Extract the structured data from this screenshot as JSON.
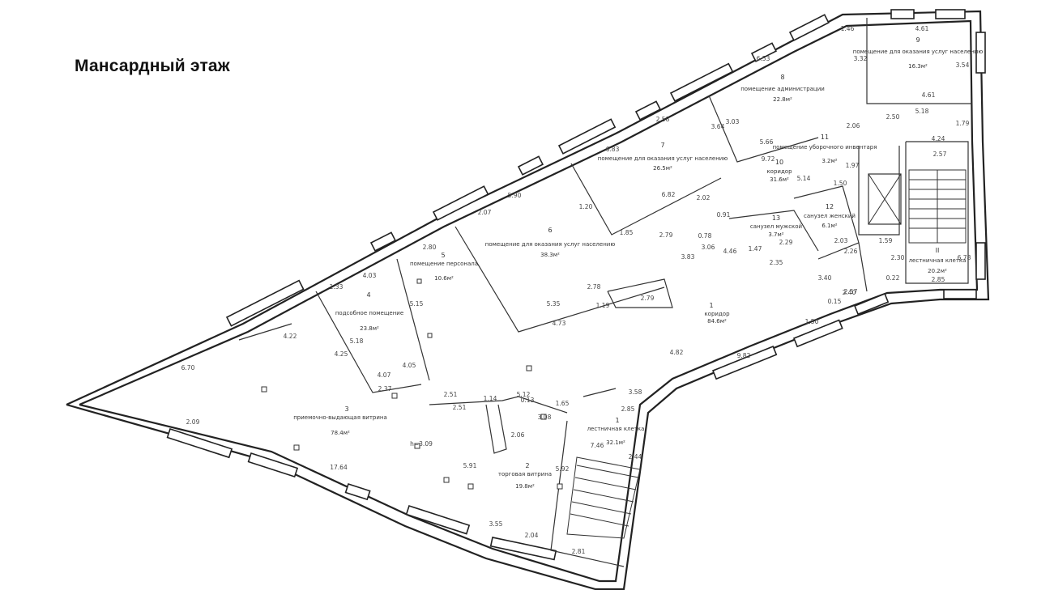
{
  "title": "Мансардный этаж",
  "rooms": [
    {
      "num": "1",
      "name": "коридор",
      "area": "84.6м²"
    },
    {
      "num": "1",
      "name": "лестничная клетка",
      "area": "32.1м²"
    },
    {
      "num": "2",
      "name": "торговая витрина",
      "area": "19.8м²"
    },
    {
      "num": "3",
      "name": "приемочно-выдающая витрина",
      "area": "78.4м²",
      "height": "h=3.09"
    },
    {
      "num": "4",
      "name": "подсобное помещение",
      "area": "23.8м²"
    },
    {
      "num": "5",
      "name": "помещение персонала",
      "area": "10.6м²"
    },
    {
      "num": "6",
      "name": "помещение для оказания услуг населению",
      "area": "38.3м²"
    },
    {
      "num": "7",
      "name": "помещение для оказания услуг населению",
      "area": "26.5м²"
    },
    {
      "num": "8",
      "name": "помещение администрации",
      "area": "22.8м²"
    },
    {
      "num": "9",
      "name": "помещение для оказания услуг населению",
      "area": "16.3м²"
    },
    {
      "num": "10",
      "name": "коридор",
      "area": "31.6м²"
    },
    {
      "num": "11",
      "name": "помещение уборочного инвентаря",
      "area": "3.2м²"
    },
    {
      "num": "12",
      "name": "санузел женский",
      "area": "6.1м²"
    },
    {
      "num": "13",
      "name": "санузел мужской",
      "area": "3.7м²"
    },
    {
      "num": "II",
      "name": "лестничная клетка",
      "area": "20.2м²"
    }
  ],
  "dimensions": [
    "6.70",
    "4.22",
    "1.33",
    "4.03",
    "2.80",
    "2.07",
    "5.90",
    "6.83",
    "2.58",
    "6.53",
    "1.46",
    "4.61",
    "3.32",
    "3.54",
    "4.61",
    "5.18",
    "2.50",
    "1.79",
    "4.24",
    "2.57",
    "2.06",
    "3.03",
    "3.64",
    "5.66",
    "9.72",
    "5.14",
    "1.20",
    "6.82",
    "2.02",
    "1.85",
    "2.79",
    "3.83",
    "5.35",
    "2.78",
    "2.79",
    "1.19",
    "4.73",
    "5.15",
    "5.18",
    "4.25",
    "4.07",
    "2.37",
    "4.05",
    "2.51",
    "2.51",
    "1.14",
    "2.06",
    "5.12",
    "0.13",
    "3.08",
    "1.65",
    "3.58",
    "2.85",
    "7.46",
    "2.44",
    "5.92",
    "5.91",
    "3.55",
    "2.04",
    "2.81",
    "17.64",
    "2.09",
    "4.82",
    "9.82",
    "1.50",
    "2.40",
    "0.22",
    "2.85",
    "2.30",
    "6.78",
    "2.26",
    "2.03",
    "2.57",
    "3.40",
    "1.59",
    "0.15",
    "1.97",
    "1.50",
    "2.35",
    "2.29",
    "1.47",
    "4.46",
    "3.06",
    "0.78",
    "0.91"
  ]
}
